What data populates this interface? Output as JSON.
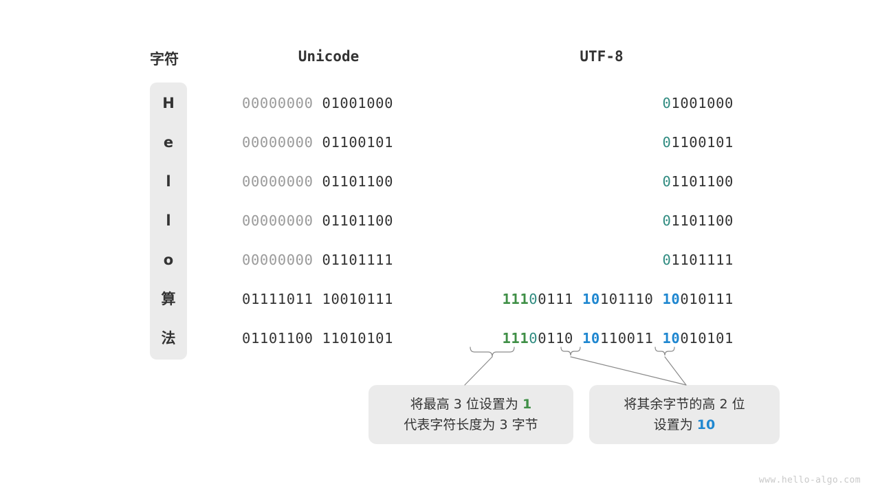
{
  "headers": {
    "character": "字符",
    "unicode": "Unicode",
    "utf8": "UTF-8"
  },
  "colors": {
    "green": "#3f8f46",
    "blue": "#1f87d0",
    "teal": "#2f8b80",
    "dim": "#9a9a9a",
    "text": "#333333",
    "pill_bg": "#ebebeb",
    "page_bg": "#ffffff",
    "watermark": "#c9c9c9"
  },
  "rows": [
    {
      "char": "H",
      "unicode": [
        {
          "text": "00000000",
          "style": "dim"
        },
        {
          "text": " ",
          "style": "plain"
        },
        {
          "text": "01001000",
          "style": "plain"
        }
      ],
      "utf8": [
        {
          "text": "0",
          "style": "teal"
        },
        {
          "text": "1001000",
          "style": "plain"
        }
      ]
    },
    {
      "char": "e",
      "unicode": [
        {
          "text": "00000000",
          "style": "dim"
        },
        {
          "text": " ",
          "style": "plain"
        },
        {
          "text": "01100101",
          "style": "plain"
        }
      ],
      "utf8": [
        {
          "text": "0",
          "style": "teal"
        },
        {
          "text": "1100101",
          "style": "plain"
        }
      ]
    },
    {
      "char": "l",
      "unicode": [
        {
          "text": "00000000",
          "style": "dim"
        },
        {
          "text": " ",
          "style": "plain"
        },
        {
          "text": "01101100",
          "style": "plain"
        }
      ],
      "utf8": [
        {
          "text": "0",
          "style": "teal"
        },
        {
          "text": "1101100",
          "style": "plain"
        }
      ]
    },
    {
      "char": "l",
      "unicode": [
        {
          "text": "00000000",
          "style": "dim"
        },
        {
          "text": " ",
          "style": "plain"
        },
        {
          "text": "01101100",
          "style": "plain"
        }
      ],
      "utf8": [
        {
          "text": "0",
          "style": "teal"
        },
        {
          "text": "1101100",
          "style": "plain"
        }
      ]
    },
    {
      "char": "o",
      "unicode": [
        {
          "text": "00000000",
          "style": "dim"
        },
        {
          "text": " ",
          "style": "plain"
        },
        {
          "text": "01101111",
          "style": "plain"
        }
      ],
      "utf8": [
        {
          "text": "0",
          "style": "teal"
        },
        {
          "text": "1101111",
          "style": "plain"
        }
      ]
    },
    {
      "char": "算",
      "unicode": [
        {
          "text": "01111011",
          "style": "plain"
        },
        {
          "text": " ",
          "style": "plain"
        },
        {
          "text": "10010111",
          "style": "plain"
        }
      ],
      "utf8": [
        {
          "text": "111",
          "style": "green"
        },
        {
          "text": "0",
          "style": "teal"
        },
        {
          "text": "0111",
          "style": "plain"
        },
        {
          "text": " ",
          "style": "plain"
        },
        {
          "text": "10",
          "style": "blue"
        },
        {
          "text": "101110",
          "style": "plain"
        },
        {
          "text": " ",
          "style": "plain"
        },
        {
          "text": "10",
          "style": "blue"
        },
        {
          "text": "010111",
          "style": "plain"
        }
      ]
    },
    {
      "char": "法",
      "unicode": [
        {
          "text": "01101100",
          "style": "plain"
        },
        {
          "text": " ",
          "style": "plain"
        },
        {
          "text": "11010101",
          "style": "plain"
        }
      ],
      "utf8": [
        {
          "text": "111",
          "style": "green"
        },
        {
          "text": "0",
          "style": "teal"
        },
        {
          "text": "0110",
          "style": "plain"
        },
        {
          "text": " ",
          "style": "plain"
        },
        {
          "text": "10",
          "style": "blue"
        },
        {
          "text": "110011",
          "style": "plain"
        },
        {
          "text": " ",
          "style": "plain"
        },
        {
          "text": "10",
          "style": "blue"
        },
        {
          "text": "010101",
          "style": "plain"
        }
      ]
    }
  ],
  "callouts": [
    {
      "name": "leading-bits-callout",
      "lines": [
        [
          {
            "text": "将最高 3 位设置为 ",
            "style": "plain"
          },
          {
            "text": "1",
            "style": "green"
          }
        ],
        [
          {
            "text": "代表字符长度为 3 字节",
            "style": "plain"
          }
        ]
      ]
    },
    {
      "name": "continuation-bits-callout",
      "lines": [
        [
          {
            "text": "将其余字节的高 2 位",
            "style": "plain"
          }
        ],
        [
          {
            "text": "设置为 ",
            "style": "plain"
          },
          {
            "text": "10",
            "style": "blue"
          }
        ]
      ]
    }
  ],
  "watermark": "www.hello-algo.com"
}
